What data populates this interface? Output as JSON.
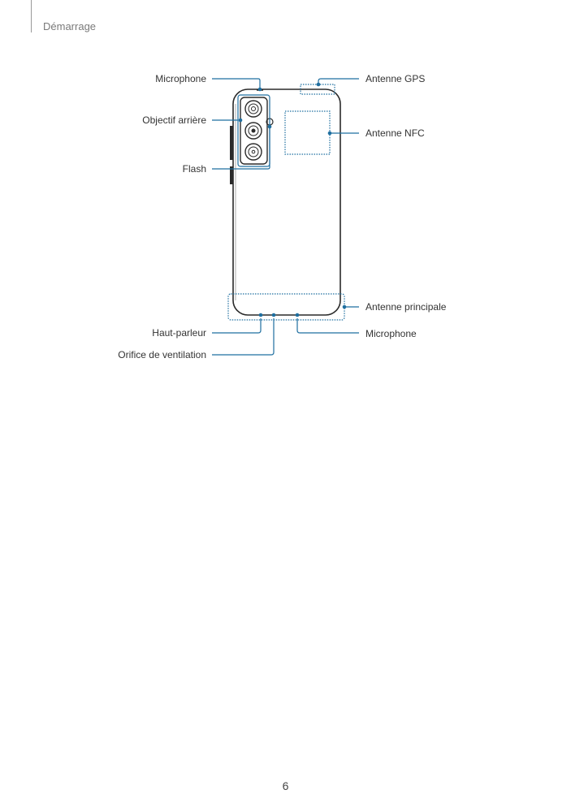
{
  "header": {
    "section_title": "Démarrage"
  },
  "diagram": {
    "accent_color": "#1f6fa0",
    "labels": {
      "microphone_top": "Microphone",
      "rear_camera": "Objectif arrière",
      "flash": "Flash",
      "speaker": "Haut-parleur",
      "vent": "Orifice de ventilation",
      "gps_antenna": "Antenne GPS",
      "nfc_antenna": "Antenne NFC",
      "main_antenna": "Antenne principale",
      "microphone_bottom": "Microphone"
    }
  },
  "footer": {
    "page_number": "6"
  }
}
